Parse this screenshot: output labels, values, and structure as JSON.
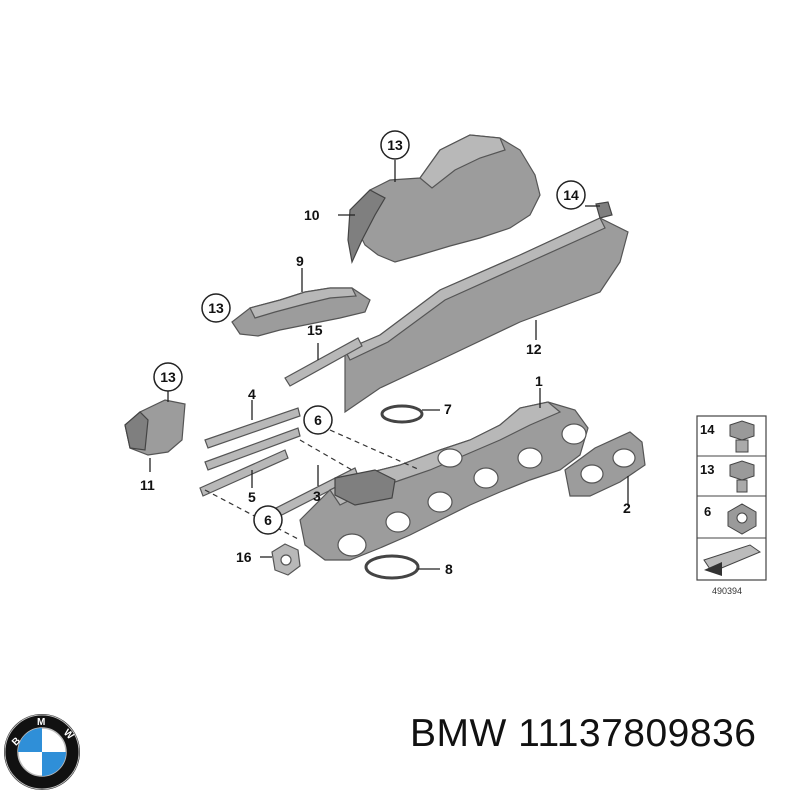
{
  "diagram": {
    "part_labels": [
      "1",
      "2",
      "3",
      "4",
      "5",
      "6",
      "7",
      "8",
      "9",
      "10",
      "11",
      "12",
      "13",
      "14",
      "15",
      "16"
    ],
    "callouts": {
      "c13_top": "13",
      "c13_mid": "13",
      "c13_left": "13",
      "c14": "14",
      "c6_upper": "6",
      "c6_lower": "6"
    },
    "plain_labels": {
      "l1": "1",
      "l2": "2",
      "l3": "3",
      "l4": "4",
      "l5": "5",
      "l7": "7",
      "l8": "8",
      "l9": "9",
      "l10": "10",
      "l11": "11",
      "l12": "12",
      "l15": "15",
      "l16": "16"
    },
    "legend": [
      {
        "num": "14",
        "icon": "bolt-flange-icon"
      },
      {
        "num": "13",
        "icon": "bolt-icon"
      },
      {
        "num": "6",
        "icon": "nut-icon"
      },
      {
        "num": "",
        "icon": "gasket-arrow-icon"
      }
    ],
    "diagram_code": "490394"
  },
  "footer": {
    "brand_logo": "BMW",
    "part_code": "BMW 11137809836"
  },
  "colors": {
    "part_fill": "#9c9c9c",
    "outline": "#555555",
    "bmw_blue": "#2f8fd8"
  }
}
